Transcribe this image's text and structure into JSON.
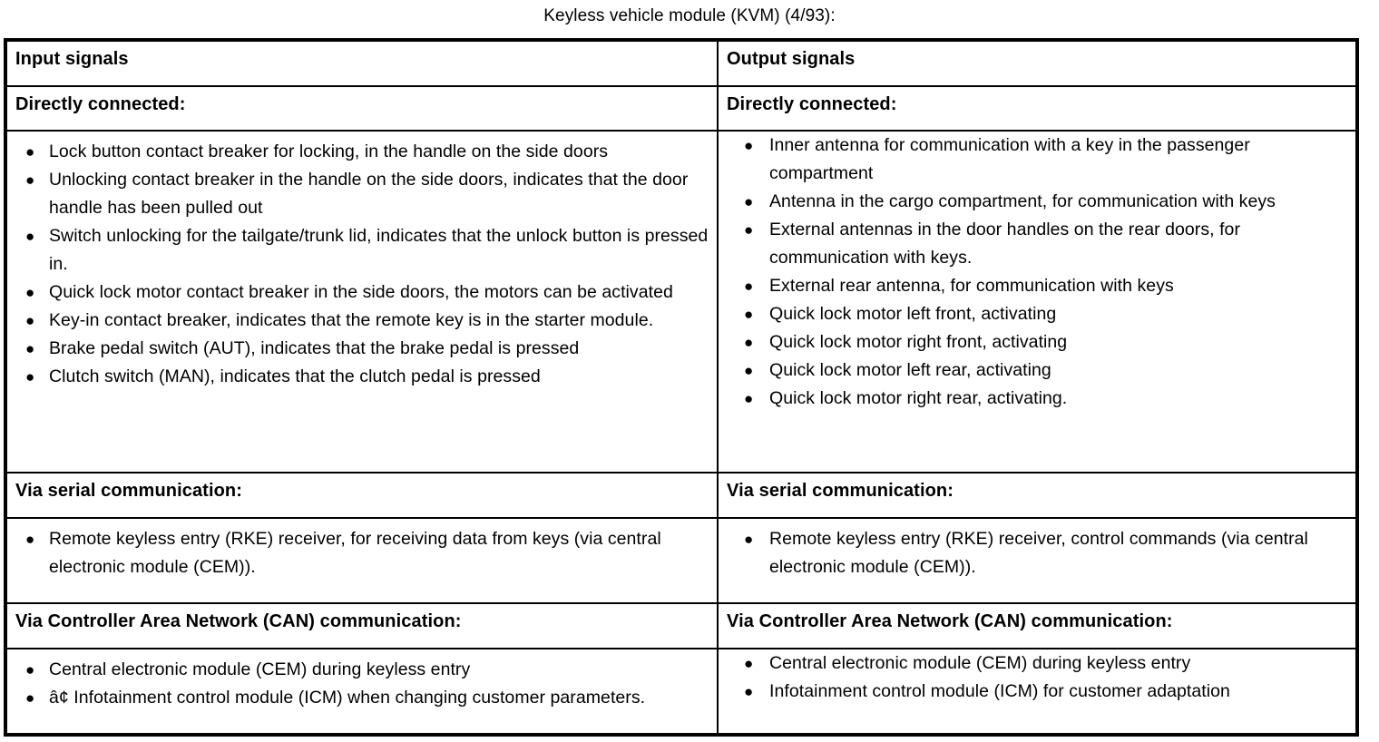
{
  "caption": "Keyless vehicle module (KVM) (4/93):",
  "bullet_glyph": "●",
  "table": {
    "headers": {
      "input": "Input signals",
      "output": "Output signals"
    },
    "sections": [
      {
        "key": "directly_connected",
        "left_label": "Directly connected:",
        "right_label": "Directly connected:",
        "left_items": [
          "Lock button contact breaker for locking, in the handle on the side doors",
          "Unlocking contact breaker in the handle on the side doors, indicates that the door handle has been pulled out",
          "Switch unlocking for the tailgate/trunk lid, indicates that the unlock button is pressed in.",
          "Quick lock motor contact breaker in the side doors, the motors can be activated",
          "Key-in contact breaker, indicates that the remote key is in the starter module.",
          "Brake pedal switch (AUT), indicates that the brake pedal is pressed",
          "Clutch switch (MAN), indicates that the clutch pedal is pressed"
        ],
        "right_items": [
          "Inner antenna for communication with a key in the passenger compartment",
          "Antenna in the cargo compartment, for communication with keys",
          "External antennas in the door handles on the rear doors, for communication with keys.",
          "External rear antenna, for communication with keys",
          "Quick lock motor left front, activating",
          "Quick lock motor right front, activating",
          "Quick lock motor left rear, activating",
          "Quick lock motor right rear, activating."
        ]
      },
      {
        "key": "via_serial",
        "left_label": "Via serial communication:",
        "right_label": "Via serial communication:",
        "left_items": [
          "Remote keyless entry (RKE) receiver, for receiving data from keys (via central electronic module (CEM))."
        ],
        "right_items": [
          "Remote keyless entry (RKE) receiver, control commands (via central electronic module (CEM))."
        ]
      },
      {
        "key": "via_can",
        "left_label": "Via Controller Area Network (CAN) communication:",
        "right_label": "Via Controller Area Network (CAN) communication:",
        "left_items": [
          "Central electronic module (CEM) during keyless entry",
          "â¢ Infotainment control module (ICM) when changing customer parameters."
        ],
        "right_items": [
          "Central electronic module (CEM) during keyless entry",
          "Infotainment control module (ICM) for customer adaptation"
        ]
      }
    ]
  }
}
